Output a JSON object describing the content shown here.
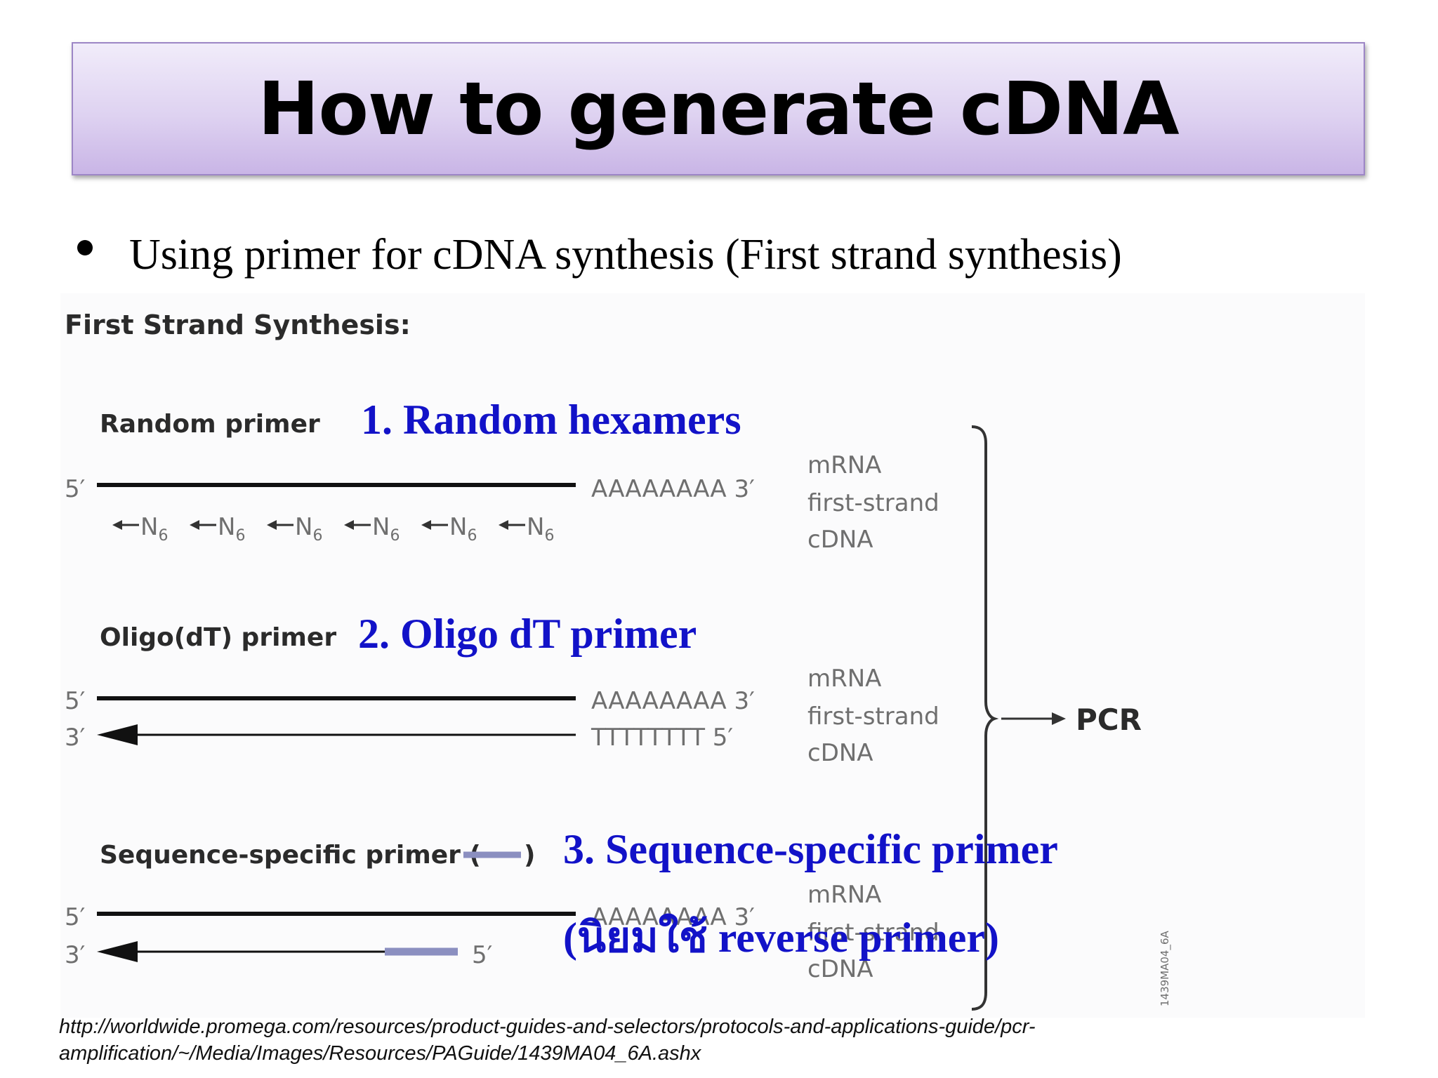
{
  "title": "How to generate cDNA",
  "bullet": "Using primer for cDNA synthesis (First strand synthesis)",
  "diagram": {
    "heading": "First Strand Synthesis:",
    "sections": {
      "random": {
        "primer_label": "Random primer",
        "annotation": "1. Random hexamers",
        "end_5": "5′",
        "polyA": "AAAAAAAA 3′",
        "hexamer_label": "N",
        "hexamer_sub": "6"
      },
      "oligo": {
        "primer_label": "Oligo(dT) primer",
        "annotation": "2. Oligo dT primer",
        "end_5": "5′",
        "end_3": "3′",
        "polyA": "AAAAAAAA 3′",
        "polyT": "TTTTTTTT 5′"
      },
      "specific": {
        "primer_label": "Sequence-specific primer (",
        "primer_label_close": ")",
        "annotation_line1": "3. Sequence-specific primer",
        "annotation_line2": "(นิยมใช้ reverse primer)",
        "end_5": "5′",
        "end_3": "3′",
        "polyA": "AAAAAAAA 3′",
        "primer_end": "5′"
      }
    },
    "legend": {
      "mrna": "mRNA",
      "first_strand": "first-strand",
      "cdna": "cDNA"
    },
    "output": "PCR",
    "figure_code": "1439MA04_6A"
  },
  "source_url": "http://worldwide.promega.com/resources/product-guides-and-selectors/protocols-and-applications-guide/pcr-amplification/~/Media/Images/Resources/PAGuide/1439MA04_6A.ashx",
  "colors": {
    "annotation": "#1212c8",
    "specific_primer": "#8b8fc0",
    "title_box": "#ded2f1"
  }
}
